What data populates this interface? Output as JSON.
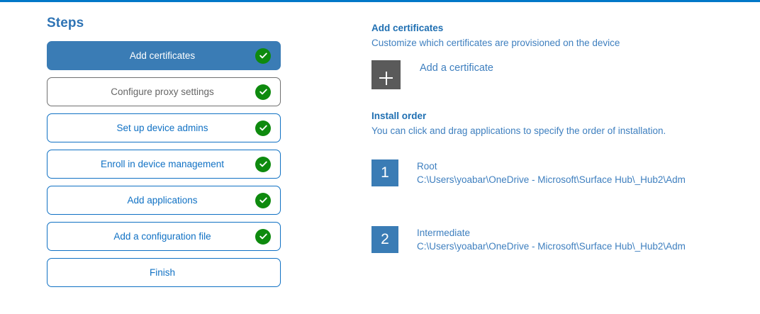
{
  "accent_colors": {
    "top_rule": "#0078c8",
    "link_blue": "#1071c4",
    "active_step_bg": "#3a7cb5",
    "check_green": "#0e8a0e",
    "muted_gray": "#666666",
    "tile_gray": "#5a5a5a"
  },
  "steps_panel": {
    "title": "Steps",
    "items": [
      {
        "label": "Add certificates",
        "state": "active",
        "completed": true
      },
      {
        "label": "Configure proxy settings",
        "state": "muted",
        "completed": true
      },
      {
        "label": "Set up device admins",
        "state": "default",
        "completed": true
      },
      {
        "label": "Enroll in device management",
        "state": "default",
        "completed": true
      },
      {
        "label": "Add applications",
        "state": "default",
        "completed": true
      },
      {
        "label": "Add a configuration file",
        "state": "default",
        "completed": true
      },
      {
        "label": "Finish",
        "state": "default",
        "completed": false
      }
    ]
  },
  "content": {
    "certificates": {
      "heading": "Add certificates",
      "subtitle": "Customize which certificates are provisioned on the device",
      "add_button_label": "Add a certificate",
      "add_button_icon": "plus-icon"
    },
    "install_order": {
      "heading": "Install order",
      "subtitle": "You can click and drag applications to specify the order of installation.",
      "items": [
        {
          "number": "1",
          "name": "Root",
          "path": "C:\\Users\\yoabar\\OneDrive - Microsoft\\Surface Hub\\_Hub2\\Adm"
        },
        {
          "number": "2",
          "name": "Intermediate",
          "path": "C:\\Users\\yoabar\\OneDrive - Microsoft\\Surface Hub\\_Hub2\\Adm"
        }
      ]
    }
  }
}
